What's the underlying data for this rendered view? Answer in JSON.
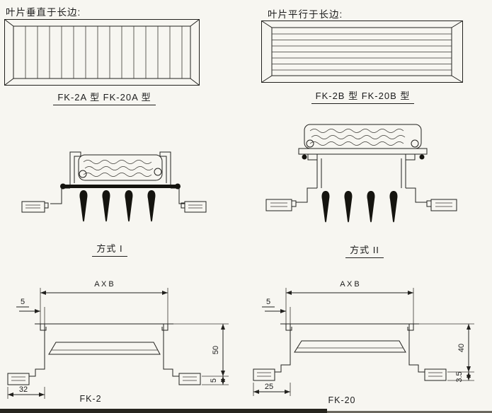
{
  "page": {
    "bg": "#f7f6f1",
    "ink": "#1c1c1c"
  },
  "sections": {
    "top_left": {
      "title": "叶片垂直于长边:",
      "label": "FK-2A 型  FK-20A 型"
    },
    "top_right": {
      "title": "叶片平行于长边:",
      "label": "FK-2B 型  FK-20B 型"
    },
    "method_1": {
      "label": "方式 I"
    },
    "method_2": {
      "label": "方式 II"
    },
    "fk2": {
      "label": "FK-2",
      "dims": {
        "width": "A X B",
        "lip": "5",
        "depth": "50",
        "flange": "5",
        "edge": "32"
      }
    },
    "fk20": {
      "label": "FK-20",
      "dims": {
        "width": "A X B",
        "lip": "5",
        "depth": "40",
        "flange": "3.5",
        "edge": "25"
      }
    }
  }
}
